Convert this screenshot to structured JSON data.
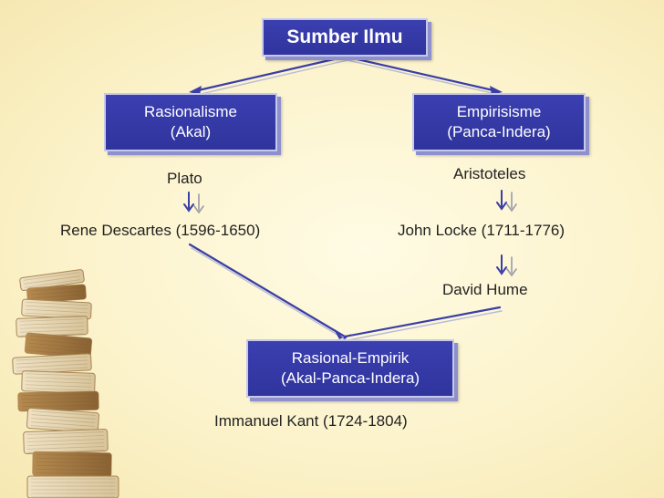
{
  "root": {
    "title": "Sumber Ilmu"
  },
  "left": {
    "box_line1": "Rasionalisme",
    "box_line2": "(Akal)",
    "figure1": "Plato",
    "figure2": "Rene Descartes (1596-1650)"
  },
  "right": {
    "box_line1": "Empirisisme",
    "box_line2": "(Panca-Indera)",
    "figure1": "Aristoteles",
    "figure2": "John Locke (1711-1776)",
    "figure3": "David Hume"
  },
  "bottom": {
    "box_line1": "Rasional-Empirik",
    "box_line2": "(Akal-Panca-Indera)",
    "figure": "Immanuel Kant (1724-1804)"
  },
  "colors": {
    "box_fill": "#3035a0",
    "box_border": "#c7c9ea",
    "box_shadow": "#8d90cc",
    "connector": "#3a3ea6",
    "arrow_gray": "#9a9aa6",
    "text": "#222222",
    "background": "#fcf3cc"
  },
  "decoration": {
    "image": "stack-of-books"
  }
}
